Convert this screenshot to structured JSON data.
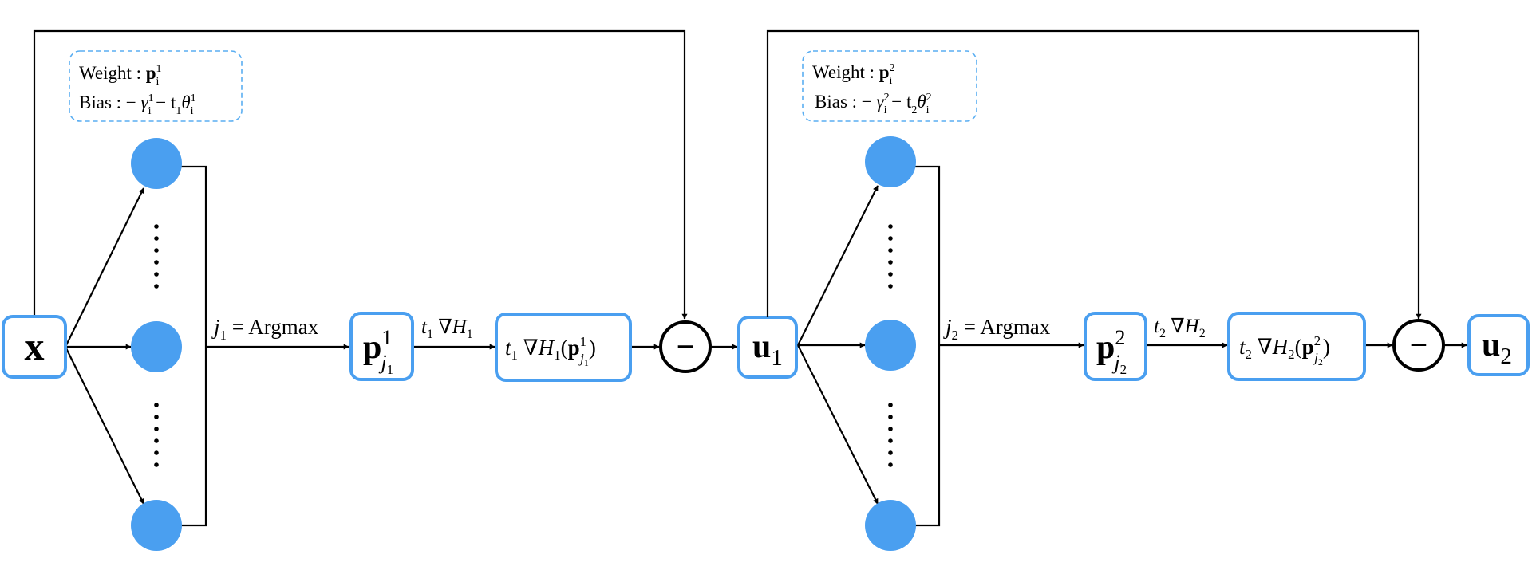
{
  "colors": {
    "accent": "#4a9ff0",
    "stroke": "#000000"
  },
  "input": {
    "symbol": "x"
  },
  "stage1": {
    "weight_prefix": "Weight : ",
    "weight_sym": "p",
    "weight_sub": "i",
    "weight_sup": "1",
    "bias_prefix": "Bias : − ",
    "bias_gamma": "γ",
    "bias_gamma_sub": "i",
    "bias_gamma_sup": "1",
    "bias_mid": " − t",
    "bias_t_sub": "1",
    "bias_theta": "θ",
    "bias_theta_sub": "i",
    "bias_theta_sup": "1",
    "argmax_j": "j",
    "argmax_j_sub": "1",
    "argmax_rest": " = Argmax",
    "p_sym": "p",
    "p_sup": "1",
    "p_sub_j": "j",
    "p_sub_j_sub": "1",
    "grad_t": "t",
    "grad_t_sub": "1",
    "grad_nabla": " ∇",
    "grad_H": "H",
    "grad_H_sub": "1",
    "box_t": "t",
    "box_t_sub": "1",
    "box_nabla": " ∇",
    "box_H": "H",
    "box_H_sub": "1",
    "box_open": "(",
    "box_p": "p",
    "box_p_sup": "1",
    "box_p_sub": "j",
    "box_p_sub_sub": "1",
    "box_close": ")",
    "minus": "−",
    "output_sym": "u",
    "output_sub": "1"
  },
  "stage2": {
    "weight_prefix": "Weight : ",
    "weight_sym": "p",
    "weight_sub": "i",
    "weight_sup": "2",
    "bias_prefix": "Bias : − ",
    "bias_gamma": "γ",
    "bias_gamma_sub": "i",
    "bias_gamma_sup": "2",
    "bias_mid": " − t",
    "bias_t_sub": "2",
    "bias_theta": "θ",
    "bias_theta_sub": "i",
    "bias_theta_sup": "2",
    "argmax_j": "j",
    "argmax_j_sub": "2",
    "argmax_rest": " = Argmax",
    "p_sym": "p",
    "p_sup": "2",
    "p_sub_j": "j",
    "p_sub_j_sub": "2",
    "grad_t": "t",
    "grad_t_sub": "2",
    "grad_nabla": " ∇",
    "grad_H": "H",
    "grad_H_sub": "2",
    "box_t": "t",
    "box_t_sub": "2",
    "box_nabla": " ∇",
    "box_H": "H",
    "box_H_sub": "2",
    "box_open": "(",
    "box_p": "p",
    "box_p_sup": "2",
    "box_p_sub": "j",
    "box_p_sub_sub": "2",
    "box_close": ")",
    "minus": "−",
    "output_sym": "u",
    "output_sub": "2"
  }
}
